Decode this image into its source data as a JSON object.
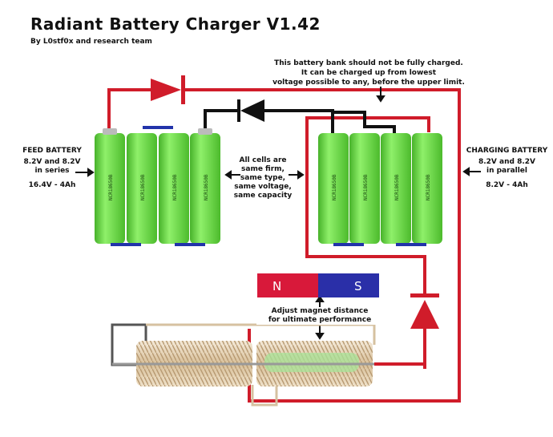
{
  "title": "Radiant Battery Charger V1.42",
  "author": "By L0stf0x and research team",
  "note": [
    "This battery bank should not be fully charged.",
    "It can be charged up from lowest",
    "voltage possible to any, before the upper limit."
  ],
  "feed": {
    "heading": "FEED BATTERY",
    "config": [
      "8.2V and 8.2V",
      "in series"
    ],
    "rating": "16.4V - 4Ah"
  },
  "charging": {
    "heading": "CHARGING BATTERY",
    "config": [
      "8.2V and 8.2V",
      "in parallel"
    ],
    "rating": "8.2V - 4Ah"
  },
  "cells_note": [
    "All cells are",
    "same firm,",
    "same type,",
    "same voltage,",
    "same capacity"
  ],
  "magnet": {
    "north": "N",
    "south": "S"
  },
  "magnet_note": [
    "Adjust magnet distance",
    "for ultimate performance"
  ],
  "cell_label": "NCR18650B",
  "colors": {
    "wire_positive": "#d01c2a",
    "wire_negative": "#111111",
    "cell_green": "#6fd648",
    "terminal_blue": "#2233aa",
    "magnet_north": "#d8193a",
    "magnet_south": "#2a2fa8",
    "coil_copper": "#e6d2b2"
  },
  "icons": [
    "diode-icon",
    "double-arrow-icon",
    "battery-cell-icon"
  ]
}
